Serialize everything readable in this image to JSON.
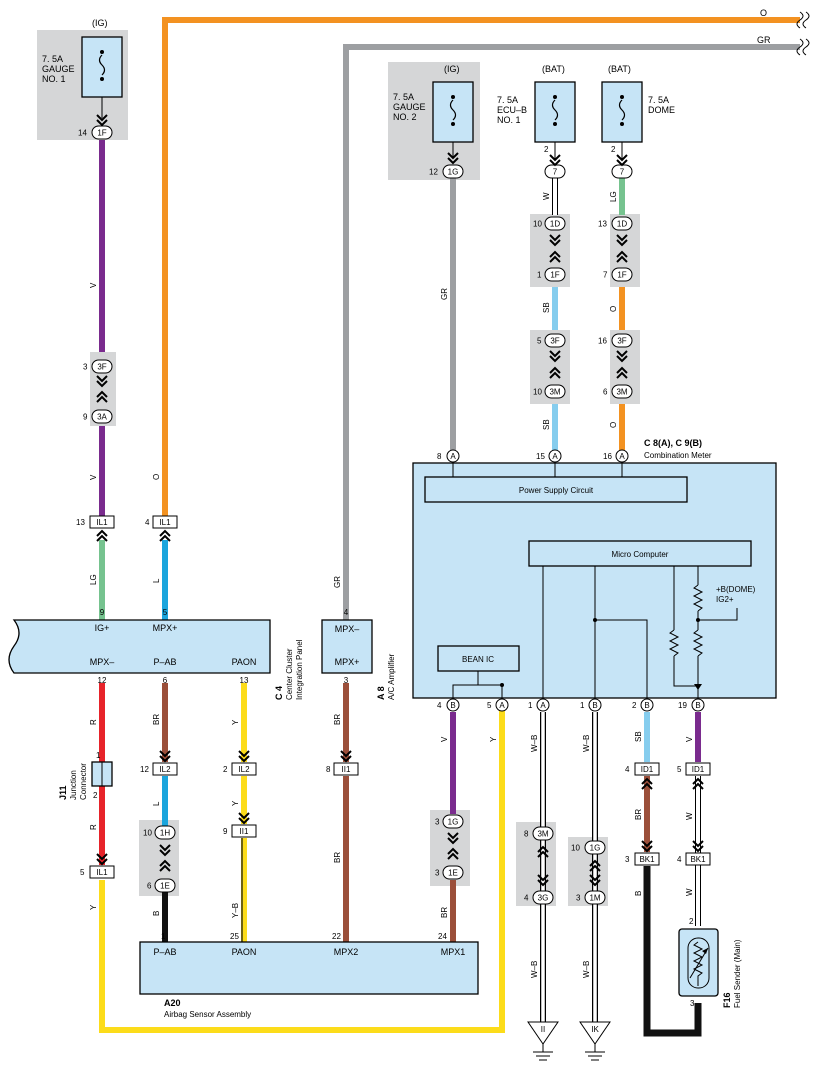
{
  "fuses": {
    "gauge1": {
      "supply": "(IG)",
      "rating": "7. 5A",
      "name1": "GAUGE",
      "name2": "NO. 1",
      "pin": "14",
      "conn": "1F"
    },
    "gauge2": {
      "supply": "(IG)",
      "rating": "7. 5A",
      "name1": "GAUGE",
      "name2": "NO. 2",
      "pin": "12",
      "conn": "1G"
    },
    "ecub": {
      "supply": "(BAT)",
      "rating": "7. 5A",
      "name1": "ECU–B",
      "name2": "NO. 1",
      "pin": "2",
      "conn": "7"
    },
    "dome": {
      "supply": "(BAT)",
      "rating": "7. 5A",
      "name1": "DOME",
      "pin": "2",
      "conn": "7"
    }
  },
  "top_wires": {
    "orange": "O",
    "gray": "GR"
  },
  "wire_colors": {
    "v": "V",
    "o": "O",
    "gr": "GR",
    "w": "W",
    "lg": "LG",
    "sb": "SB",
    "l": "L",
    "r": "R",
    "br": "BR",
    "y": "Y",
    "b": "B",
    "wb": "W–B",
    "yb": "Y–B"
  },
  "colors": {
    "violet": "#7a2b8e",
    "orange": "#f39221",
    "gray": "#9d9fa2",
    "white": "#ffffff",
    "lightgreen": "#76c38f",
    "skyblue": "#86cdee",
    "blue": "#1aa5dd",
    "red": "#e7232a",
    "brown": "#9b4f3a",
    "yellow": "#fcdc1a",
    "black": "#111111",
    "box": "#c6e4f6",
    "shade": "#d5d6d7"
  },
  "connectors": {
    "c_3F": "3F",
    "c_3A": "3A",
    "c_1D": "1D",
    "c_1F": "1F",
    "c_3M": "3M",
    "c_1H": "1H",
    "c_1E": "1E",
    "c_1G": "1G",
    "c_3G": "3G",
    "c_1M": "1M"
  },
  "pins": {
    "p3": "3",
    "p9": "9",
    "p10": "10",
    "p1": "1",
    "p5": "5",
    "p13": "13",
    "p7": "7",
    "p16": "16",
    "p6": "6",
    "p8": "8",
    "p4": "4",
    "p2": "2",
    "p12": "12",
    "p25": "25",
    "p22": "22",
    "p24": "24",
    "p19": "19",
    "p15": "15"
  },
  "inline_conn": {
    "il1": "IL1",
    "il2": "IL2",
    "ii1": "II1",
    "id1": "ID1",
    "bk1": "BK1"
  },
  "letters": {
    "a": "A",
    "b": "B"
  },
  "center_cluster": {
    "code": "C 4",
    "name1": "Center Cluster",
    "name2": "Integration Panel",
    "ig": "IG+",
    "mpxp": "MPX+",
    "mpxm": "MPX–",
    "pab": "P–AB",
    "paon": "PAON"
  },
  "ac_amp": {
    "code": "A 8",
    "name": "A/C Amplifier",
    "mpxm": "MPX–",
    "mpxp": "MPX+"
  },
  "junction": {
    "code": "J11",
    "name1": "Junction",
    "name2": "Connector"
  },
  "meter": {
    "code": "C 8(A), C 9(B)",
    "name": "Combination Meter",
    "psc": "Power Supply Circuit",
    "micro": "Micro Computer",
    "bean": "BEAN IC",
    "bdome": "+B(DOME)",
    "ig2": "IG2+"
  },
  "airbag": {
    "code": "A20",
    "name": "Airbag Sensor Assembly",
    "pab": "P–AB",
    "paon": "PAON",
    "mpx2": "MPX2",
    "mpx1": "MPX1"
  },
  "fuel_sender": {
    "code": "F16",
    "name": "Fuel Sender (Main)"
  },
  "grounds": {
    "ii": "II",
    "ik": "IK"
  }
}
